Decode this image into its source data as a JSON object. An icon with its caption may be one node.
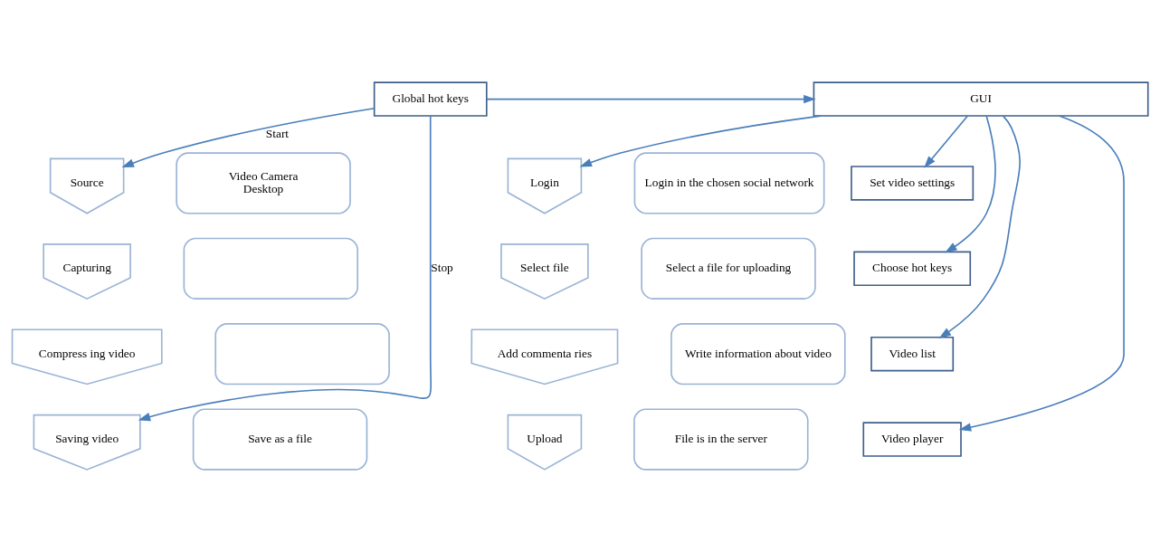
{
  "diagram": {
    "nodes": [
      {
        "text": [
          "Global hot keys"
        ]
      },
      {
        "text": [
          "GUI"
        ]
      },
      {
        "text": [
          "Source"
        ]
      },
      {
        "text": [
          "Video Camera",
          "Desktop"
        ]
      },
      {
        "text": [
          "Capturing"
        ]
      },
      {
        "text": [],
        "shape": "box"
      },
      {
        "text": [
          "Compress ing video"
        ]
      },
      {
        "text": [],
        "shape": "box"
      },
      {
        "text": [
          "Saving video"
        ]
      },
      {
        "text": [
          "Save as a file"
        ]
      },
      {
        "text": [
          "Login"
        ]
      },
      {
        "text": [
          "Login in the chosen social network"
        ]
      },
      {
        "text": [
          "Select file"
        ]
      },
      {
        "text": [
          "Select a file for uploading"
        ]
      },
      {
        "text": [
          "Add commenta ries"
        ]
      },
      {
        "text": [
          "Write information about video"
        ]
      },
      {
        "text": [
          "Upload"
        ]
      },
      {
        "text": [
          "File is in the server"
        ]
      },
      {
        "text": [
          "Set video settings"
        ]
      },
      {
        "text": [
          "Choose hot keys"
        ]
      },
      {
        "text": [
          "Video list"
        ]
      },
      {
        "text": [
          "Video player"
        ]
      }
    ],
    "edges": [
      {
        "from": 0,
        "to": 1,
        "arrow": "to"
      },
      {
        "from": 0,
        "to": 2,
        "arrow": "to",
        "label": "Start"
      },
      {
        "from": 0,
        "to": 8,
        "arrow": "to",
        "label": "Stop"
      },
      {
        "from": 1,
        "to": 10,
        "arrow": "to"
      },
      {
        "from": 1,
        "to": 18,
        "arrow": "to"
      },
      {
        "from": 1,
        "to": 19,
        "arrow": "to"
      },
      {
        "from": 1,
        "to": 20,
        "arrow": "to"
      },
      {
        "from": 1,
        "to": 21,
        "arrow": "to"
      }
    ]
  }
}
